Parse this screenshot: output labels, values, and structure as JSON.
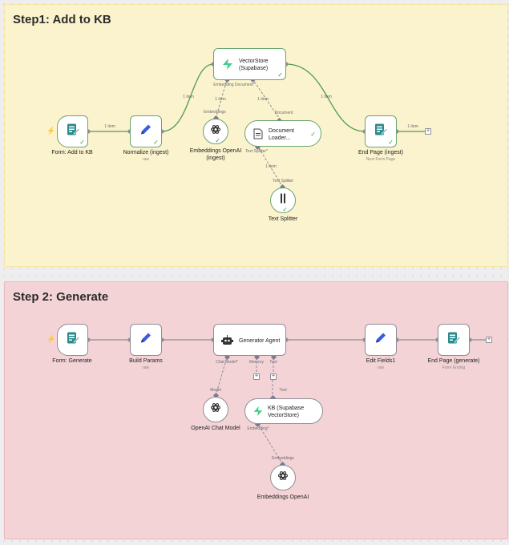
{
  "sections": [
    {
      "title": "Step1: Add to KB"
    },
    {
      "title": "Step 2: Generate"
    }
  ],
  "step1": {
    "nodes": {
      "form": {
        "label": "Form: Add to KB",
        "icon": "form-icon"
      },
      "normalize": {
        "label": "Normalize (ingest)",
        "sub": "raw",
        "icon": "pencil-icon"
      },
      "vectorstore": {
        "label": "VectorStore\n(Supabase)",
        "icon": "supabase-icon"
      },
      "embeddings": {
        "label": "Embeddings OpenAI\n(ingest)",
        "icon": "openai-icon"
      },
      "loader": {
        "label": "Document\nLoader...",
        "icon": "document-icon"
      },
      "splitter": {
        "label": "Text Splitter",
        "icon": "splitter-icon"
      },
      "endpage": {
        "label": "End Page (ingest)",
        "sub": "Next Form Page",
        "icon": "form-end-icon"
      }
    },
    "wire_labels": {
      "form_normalize": "1 item",
      "normalize_vector": "1 item",
      "vector_end": "1 item",
      "end_out": "1 item",
      "embeddings_port": "Embeddings",
      "embed_item": "1 item",
      "document_port": "Document",
      "doc_item": "1 item",
      "embedding_doc_port": "Embedding Document*",
      "text_splitter_port": "Text Splitter*",
      "splitter_item": "1 item",
      "splitter_port": "Text Splitter"
    }
  },
  "step2": {
    "nodes": {
      "form": {
        "label": "Form: Generate",
        "icon": "form-icon"
      },
      "build": {
        "label": "Build Params",
        "sub": "raw",
        "icon": "pencil-icon"
      },
      "agent": {
        "label": "Generator Agent",
        "icon": "robot-icon"
      },
      "edit": {
        "label": "Edit Fields1",
        "sub": "raw",
        "icon": "pencil-icon"
      },
      "endpage": {
        "label": "End Page (generate)",
        "sub": "Form Ending",
        "icon": "form-end-icon"
      },
      "chatmodel": {
        "label": "OpenAI Chat Model",
        "icon": "openai-icon"
      },
      "kb": {
        "label": "KB (Supabase\nVectorStore)",
        "icon": "supabase-icon"
      },
      "embeddings": {
        "label": "Embeddings OpenAI",
        "icon": "openai-icon"
      }
    },
    "wire_labels": {
      "chat_model_port": "Chat Model*",
      "memory_port": "Memory",
      "tool_port": "Tool",
      "model_port": "Model",
      "tool_in_port": "Tool",
      "embedding_port": "Embedding*",
      "embeddings_in_port": "Embeddings"
    }
  },
  "colors": {
    "step1_bg": "#fbf3cd",
    "step2_bg": "#f3d3d6",
    "success_wire": "#4f9a55",
    "wire": "#8e8e96",
    "pencil": "#3b5bdb",
    "supabase": "#3ecf8e",
    "trigger": "#e8573f",
    "form_icon": "#2a8a8c"
  }
}
